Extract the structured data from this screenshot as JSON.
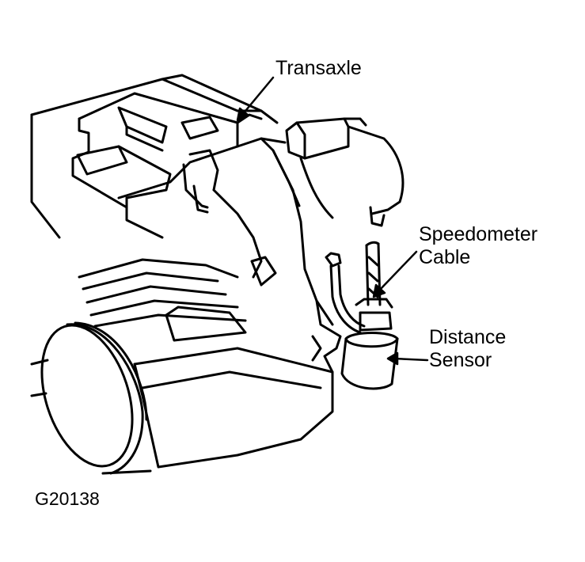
{
  "callouts": {
    "transaxle": "Transaxle",
    "speedometer_cable": [
      "Speedometer",
      "Cable"
    ],
    "distance_sensor": [
      "Distance",
      "Sensor"
    ]
  },
  "figure_id": "G20138",
  "colors": {
    "ink": "#000000",
    "paper": "#ffffff"
  }
}
